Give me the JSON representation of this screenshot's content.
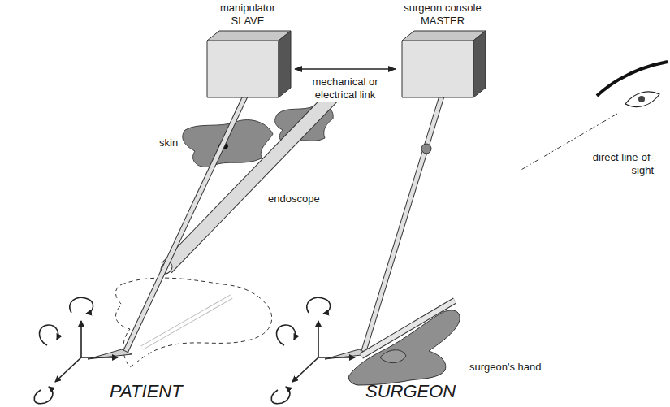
{
  "diagram": {
    "nodes": [
      {
        "text": [
          "manipulator SLAVE"
        ]
      },
      {
        "text": [
          "surgeon console MASTER"
        ]
      }
    ],
    "edges": [
      {
        "from": 0,
        "to": 1,
        "arrow": "both",
        "label": "mechanical or electrical link"
      }
    ],
    "labels": [
      "skin",
      "endoscope",
      "direct line-of-sight",
      "surgeon's hand",
      "PATIENT",
      "SURGEON"
    ]
  }
}
